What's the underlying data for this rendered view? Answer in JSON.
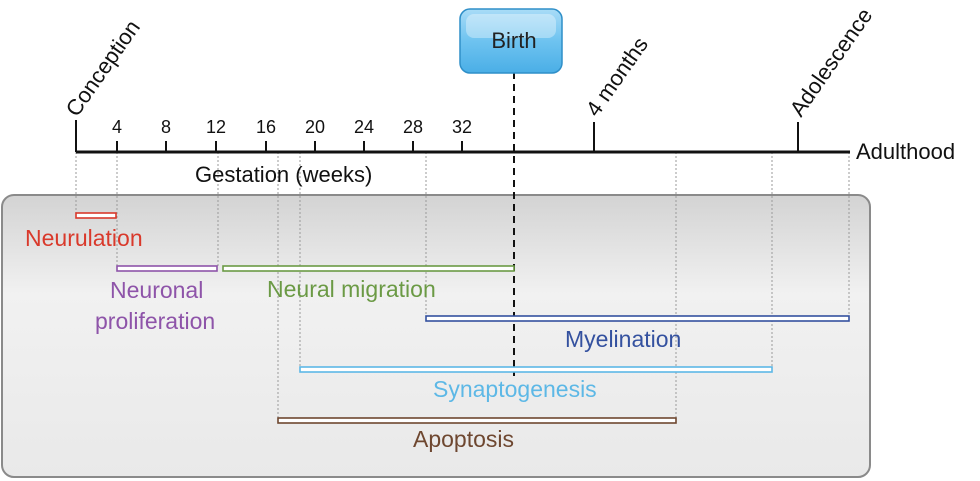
{
  "timeline": {
    "milestones": {
      "conception": "Conception",
      "four_months": "4 months",
      "adolescence": "Adolescence",
      "adulthood": "Adulthood"
    },
    "week_ticks": [
      "4",
      "8",
      "12",
      "16",
      "20",
      "24",
      "28",
      "32"
    ],
    "axis_label": "Gestation (weeks)",
    "birth_label": "Birth"
  },
  "processes": [
    {
      "label": "Neurulation",
      "color": "#d9392b"
    },
    {
      "label": "Neuronal",
      "label2": "proliferation",
      "color": "#8e54a9"
    },
    {
      "label": "Neural migration",
      "color": "#6b9a45"
    },
    {
      "label": "Myelination",
      "color": "#34519f"
    },
    {
      "label": "Synaptogenesis",
      "color": "#5db8e6"
    },
    {
      "label": "Apoptosis",
      "color": "#6e4730"
    }
  ],
  "colors": {
    "axis": "#111111",
    "panel_border": "#8a8a8a",
    "birth_box": "#6ec3f0",
    "birth_border": "#2f8fc8"
  }
}
